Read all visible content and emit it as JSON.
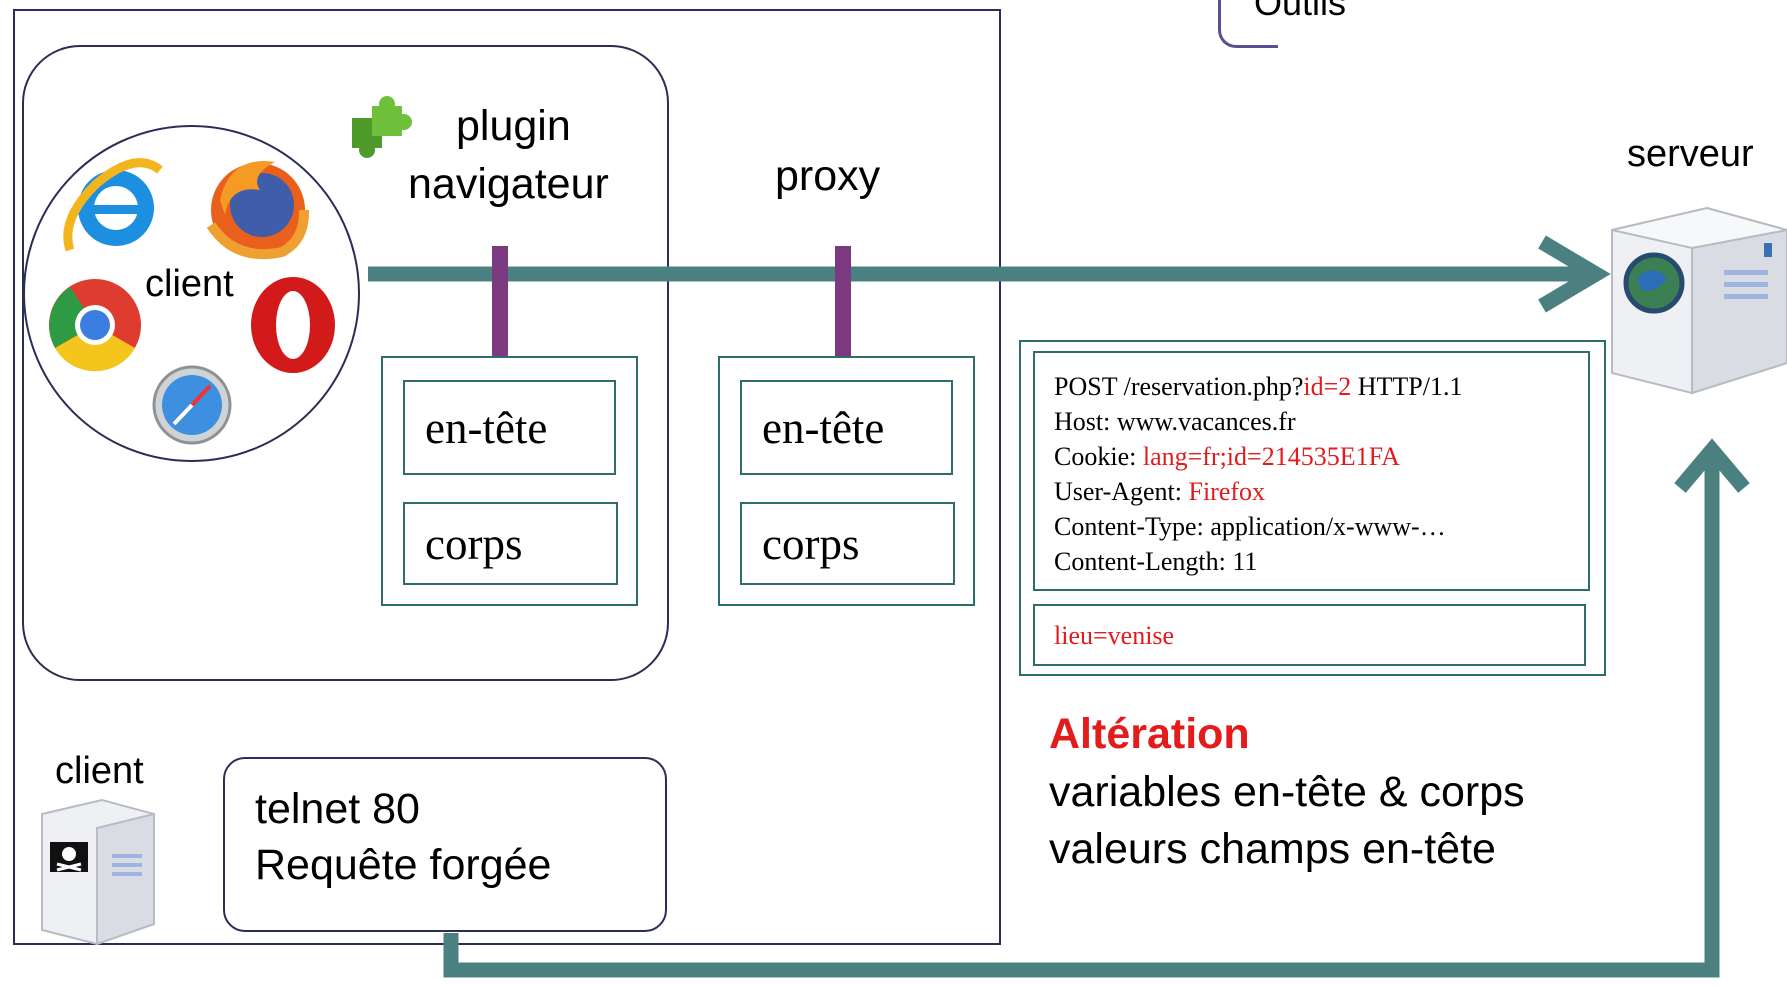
{
  "tools_label": "Outils",
  "browser_group": {
    "client_label": "client",
    "plugin_label_line1": "plugin",
    "plugin_label_line2": "navigateur",
    "proxy_label": "proxy"
  },
  "packets": [
    {
      "header_label": "en-tête",
      "body_label": "corps"
    },
    {
      "header_label": "en-tête",
      "body_label": "corps"
    }
  ],
  "server_label": "serveur",
  "request": {
    "line1_prefix": "POST /reservation.php?",
    "line1_param": "id=2",
    "line1_suffix": " HTTP/1.1",
    "line2": "Host: www.vacances.fr",
    "line3_prefix": "Cookie: ",
    "line3_value": "lang=fr;id=214535E1FA",
    "line4_prefix": "User-Agent: ",
    "line4_value": "Firefox",
    "line5": "Content-Type: application/x-www-…",
    "line6": "Content-Length: 11",
    "body": "lieu=venise"
  },
  "alteration": {
    "title": "Altération",
    "line1": "variables en-tête & corps",
    "line2": "valeurs champs en-tête"
  },
  "forged_client": {
    "label": "client",
    "line1": "telnet 80",
    "line2": "Requête forgée"
  },
  "colors": {
    "arrow": "#4a8080",
    "connector": "#7b3a80",
    "frame": "#2a2d55",
    "box_border": "#2e6d6a",
    "highlight": "#e31b1b"
  },
  "icons": [
    "puzzle-icon",
    "ie-icon",
    "firefox-icon",
    "chrome-icon",
    "opera-icon",
    "safari-icon",
    "server-icon",
    "pirate-server-icon"
  ]
}
